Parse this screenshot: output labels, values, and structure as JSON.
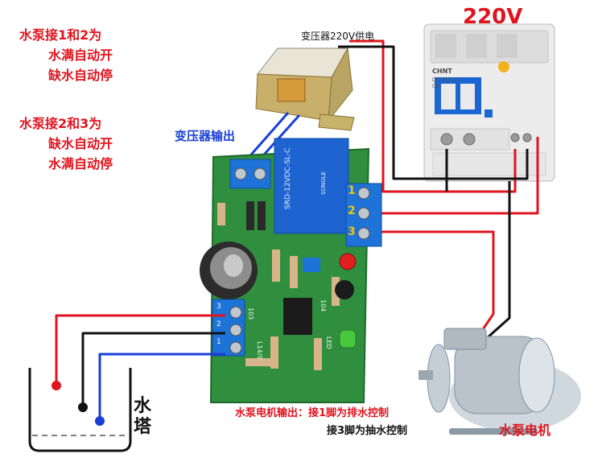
{
  "notes": {
    "mode1": [
      "水泵接1和2为",
      "水满自动开",
      "缺水自动停"
    ],
    "mode2": [
      "水泵接2和3为",
      "缺水自动开",
      "水满自动停"
    ]
  },
  "transformer_supply_label": "变压器220V供电",
  "voltage_label": "220V",
  "transformer_output_label": "变压器输出",
  "terminals": [
    "1",
    "2",
    "3"
  ],
  "sensor_terminals": [
    "3",
    "2",
    "1"
  ],
  "tower_label": [
    "水",
    "塔"
  ],
  "pump_output_line1": "水泵电机输出：接1脚为排水控制",
  "pump_output_line2": "接3脚为抽水控制",
  "pump_label": "水泵电机",
  "breaker": {
    "brand": "CHNT",
    "model": "DZ47LE-63",
    "rating": "C63"
  },
  "relay": {
    "model": "SRD-12VDC-SL-C",
    "brand": "SONGLE"
  },
  "board_silk": [
    "103",
    "LED",
    "104",
    "L14/9"
  ],
  "colors": {
    "wire_red": "#e0141e",
    "wire_black": "#111111",
    "wire_blue": "#1a3fd6",
    "board": "#2f8f3e",
    "terminal": "#1e73d8"
  }
}
